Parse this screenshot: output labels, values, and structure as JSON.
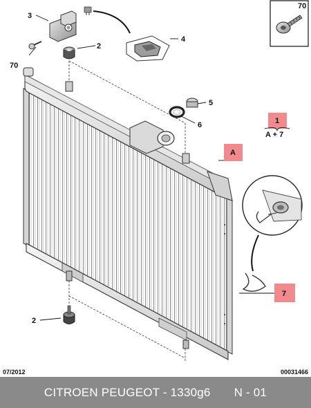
{
  "callouts": {
    "c1": "1",
    "c2_top": "2",
    "c2_bottom": "2",
    "c3": "3",
    "c4": "4",
    "c5": "5",
    "c6": "6",
    "c7": "7",
    "c70_left": "70",
    "c70_box": "70",
    "a_box": "A",
    "a_plus_7": "A + 7"
  },
  "footer": {
    "date": "07/2012",
    "doc_number": "00031466"
  },
  "bottom_bar": {
    "part_title": "CITROEN PEUGEOT - 1330g6",
    "sheet": "N - 01"
  },
  "colors": {
    "highlight_fill": "#f08a8c",
    "bar_bg": "#8a8a8a"
  }
}
